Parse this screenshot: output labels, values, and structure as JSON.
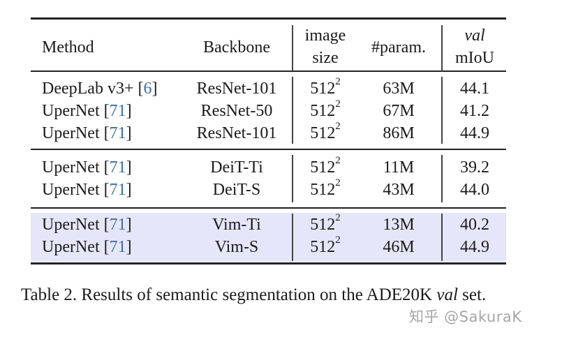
{
  "table": {
    "headers": {
      "method": "Method",
      "backbone": "Backbone",
      "image_size_line1": "image",
      "image_size_line2": "size",
      "params": "#param.",
      "miou_line1": "val",
      "miou_line2": "mIoU"
    },
    "groups": [
      {
        "highlighted": false,
        "rows": [
          {
            "method": "DeepLab v3+",
            "cite": "6",
            "backbone": "ResNet-101",
            "image_size": "512",
            "image_size_exp": "2",
            "params": "63M",
            "miou": "44.1"
          },
          {
            "method": "UperNet",
            "cite": "71",
            "backbone": "ResNet-50",
            "image_size": "512",
            "image_size_exp": "2",
            "params": "67M",
            "miou": "41.2"
          },
          {
            "method": "UperNet",
            "cite": "71",
            "backbone": "ResNet-101",
            "image_size": "512",
            "image_size_exp": "2",
            "params": "86M",
            "miou": "44.9"
          }
        ]
      },
      {
        "highlighted": false,
        "rows": [
          {
            "method": "UperNet",
            "cite": "71",
            "backbone": "DeiT-Ti",
            "image_size": "512",
            "image_size_exp": "2",
            "params": "11M",
            "miou": "39.2"
          },
          {
            "method": "UperNet",
            "cite": "71",
            "backbone": "DeiT-S",
            "image_size": "512",
            "image_size_exp": "2",
            "params": "43M",
            "miou": "44.0"
          }
        ]
      },
      {
        "highlighted": true,
        "rows": [
          {
            "method": "UperNet",
            "cite": "71",
            "backbone": "Vim-Ti",
            "image_size": "512",
            "image_size_exp": "2",
            "params": "13M",
            "miou": "40.2"
          },
          {
            "method": "UperNet",
            "cite": "71",
            "backbone": "Vim-S",
            "image_size": "512",
            "image_size_exp": "2",
            "params": "46M",
            "miou": "44.9"
          }
        ]
      }
    ]
  },
  "caption": {
    "prefix": "Table 2.  Results of semantic segmentation on the ADE20K ",
    "italic": "val",
    "suffix": " set."
  },
  "watermark": "知乎 @SakuraK",
  "colors": {
    "highlight": "#e6e6fa",
    "citation": "#3b6fa6",
    "watermark": "#a6a6a6"
  }
}
